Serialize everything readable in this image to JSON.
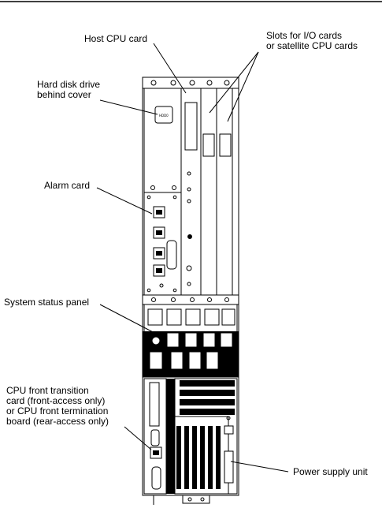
{
  "callouts": {
    "host_cpu_card": "Host CPU card",
    "slots": [
      "Slots for I/O cards",
      "or satellite CPU cards"
    ],
    "hard_disk": [
      "Hard disk drive",
      "behind cover"
    ],
    "alarm_card": "Alarm card",
    "system_status_panel": "System status panel",
    "cpu_front_transition": [
      "CPU front transition",
      "card (front-access only)",
      "or CPU front termination",
      "board (rear-access only)"
    ],
    "power_supply_unit": "Power supply unit"
  },
  "hdd_cover_label": "HDD0"
}
